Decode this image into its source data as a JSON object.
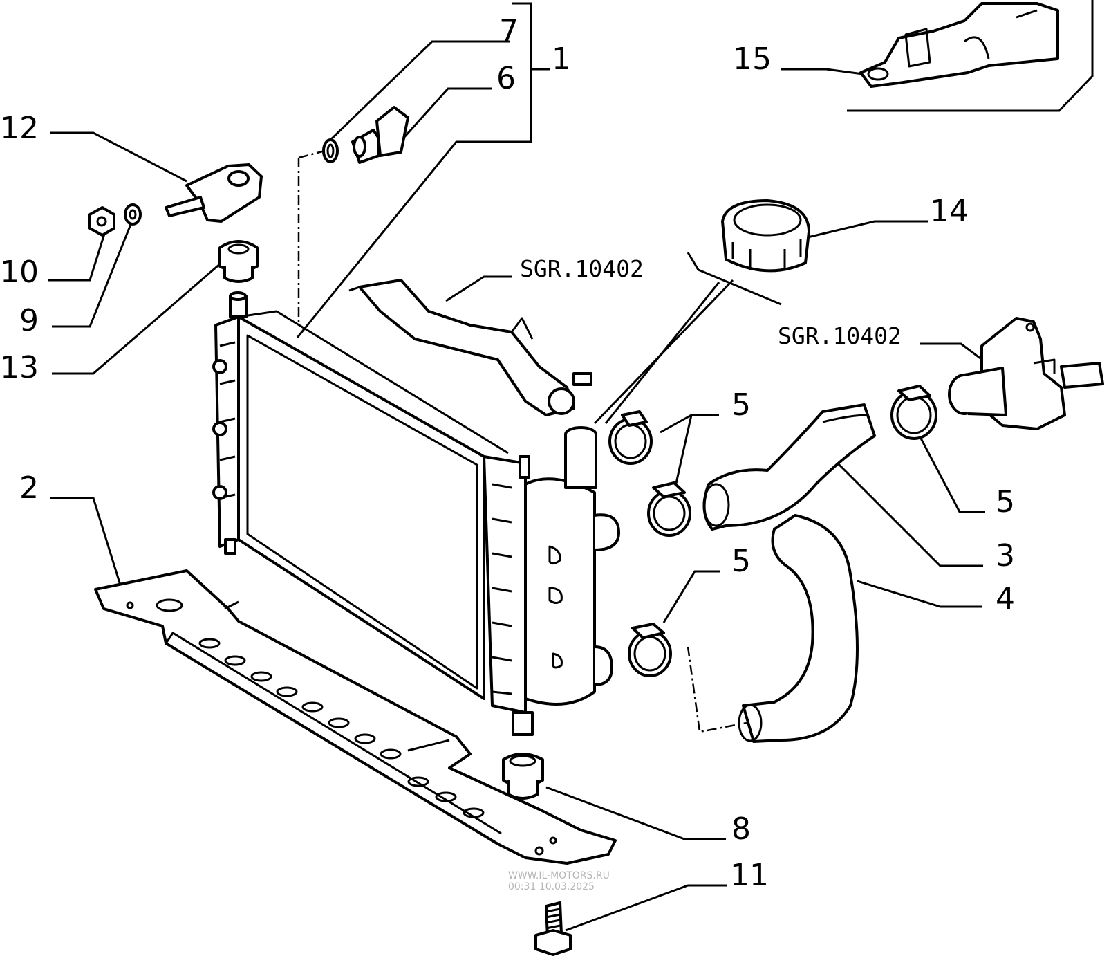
{
  "diagram": {
    "callouts": [
      "1",
      "2",
      "3",
      "4",
      "5",
      "6",
      "7",
      "8",
      "9",
      "10",
      "11",
      "12",
      "13",
      "14",
      "15"
    ],
    "clamp_label": "5",
    "reference_codes": [
      "SGR.10402",
      "SGR.10402"
    ],
    "watermark": [
      "WWW.IL-MOTORS.RU",
      "00:31 10.03.2025"
    ]
  }
}
